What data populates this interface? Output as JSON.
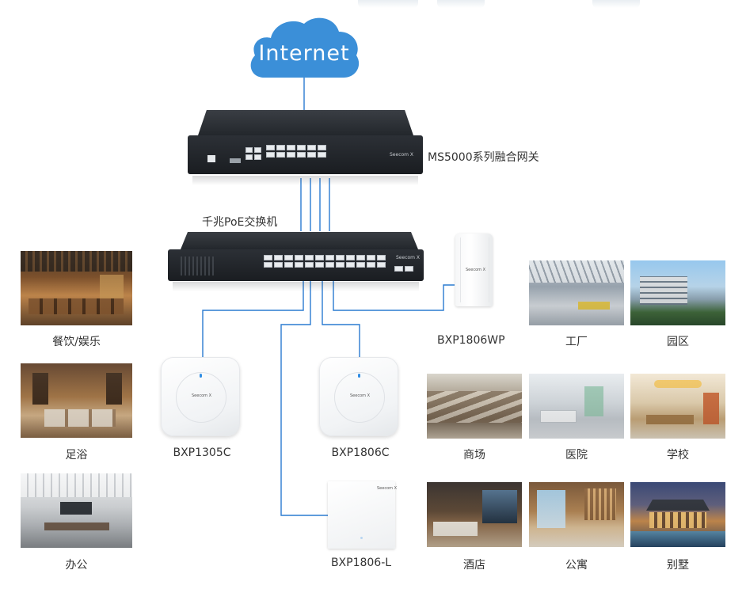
{
  "internet_label": "Internet",
  "gateway_label": "MS5000系列融合网关",
  "switch_label": "千兆PoE交换机",
  "brand_mark": "Seecom X",
  "devices": {
    "ap1": "BXP1305C",
    "ap2": "BXP1806C",
    "ap_outdoor": "BXP1806WP",
    "ap_panel": "BXP1806-L"
  },
  "scenes": {
    "dining": "餐饮/娱乐",
    "bath": "足浴",
    "office": "办公",
    "factory": "工厂",
    "park": "园区",
    "mall": "商场",
    "hospital": "医院",
    "school": "学校",
    "hotel": "酒店",
    "apartment": "公寓",
    "villa": "别墅"
  },
  "colors": {
    "cloud": "#3b8fd8",
    "link": "#2a7bd1"
  }
}
